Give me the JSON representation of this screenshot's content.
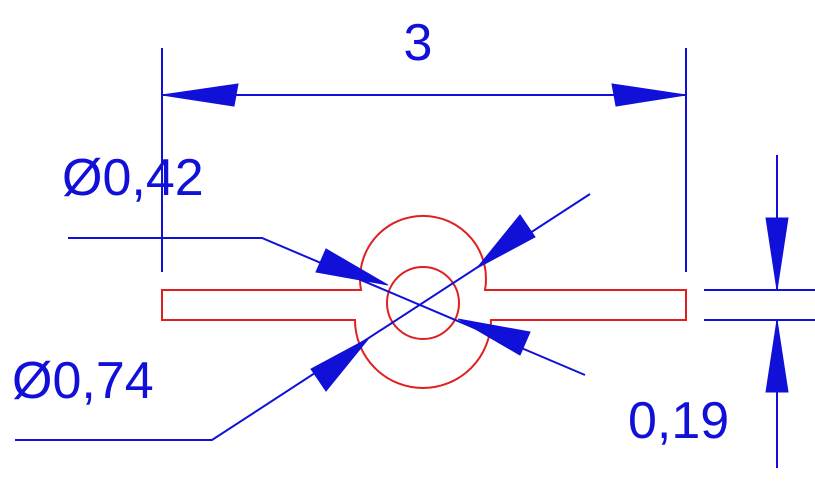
{
  "dimensions": {
    "length": "3",
    "inner_diameter": "Ø0,42",
    "outer_diameter": "Ø0,74",
    "thickness": "0,19"
  },
  "colors": {
    "dimension_lines": "#1010d8",
    "part_outline": "#e02020",
    "background": "#ffffff"
  }
}
